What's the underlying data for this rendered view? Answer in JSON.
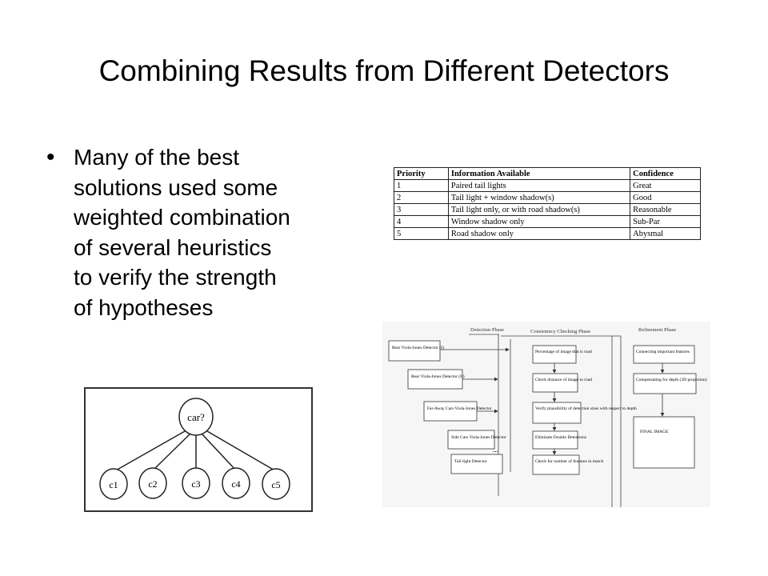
{
  "slide": {
    "title": "Combining Results from Different Detectors",
    "bullet": {
      "symbol": "•",
      "lines": [
        "Many of the best",
        "solutions used some",
        "weighted combination",
        "of several heuristics",
        "to verify the strength",
        "of hypotheses"
      ]
    }
  },
  "priority_table": {
    "headers": [
      "Priority",
      "Information Available",
      "Confidence"
    ],
    "rows": [
      [
        "1",
        "Paired tail lights",
        "Great"
      ],
      [
        "2",
        "Tail light + window shadow(s)",
        "Good"
      ],
      [
        "3",
        "Tail light only, or with road shadow(s)",
        "Reasonable"
      ],
      [
        "4",
        "Window shadow only",
        "Sub-Par"
      ],
      [
        "5",
        "Road shadow only",
        "Abysmal"
      ]
    ]
  },
  "tree": {
    "root": "car?",
    "children": [
      "c1",
      "c2",
      "c3",
      "c4",
      "c5"
    ]
  },
  "flowchart": {
    "phases": [
      "Detection Phase",
      "Consistency Checking Phase",
      "Refinement Phase"
    ],
    "detectors": [
      "Rear Viola-Jones Detector (I)",
      "Rear Viola-Jones Detector (II)",
      "Far-Away Cars Viola-Jones Detector",
      "Side Cars Viola-Jones Detector",
      "Tail-light Detector"
    ],
    "checks": [
      "Percentage of image that is road",
      "Check distance of image to road",
      "Verify plausibility of detection sizes with respect to depth",
      "Eliminate Double Detections",
      "Check for number of features in match"
    ],
    "refinements": [
      "Connecting important features",
      "Compensating for depth (3D projection)"
    ],
    "final": "FINAL IMAGE",
    "ellipsis": "..."
  }
}
